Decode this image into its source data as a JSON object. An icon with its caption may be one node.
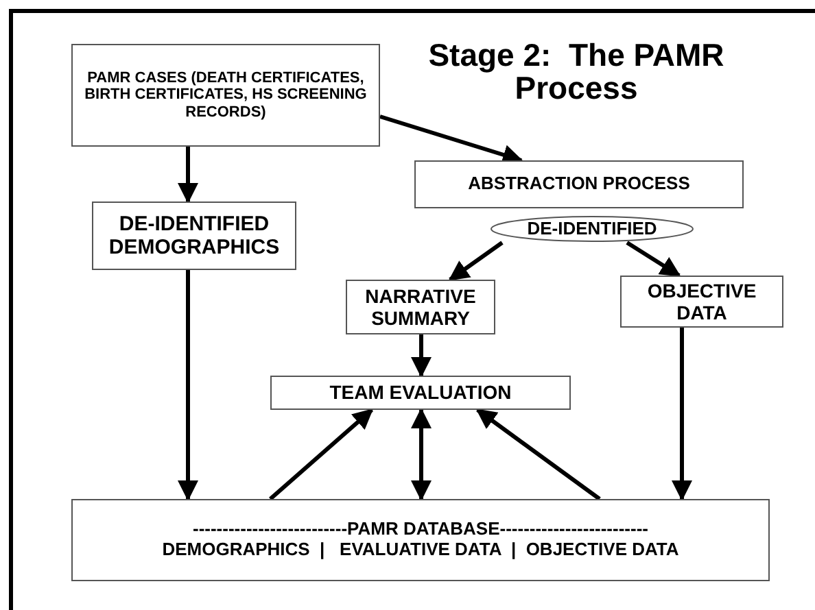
{
  "diagram": {
    "title": "Stage 2:  The PAMR Process",
    "nodes": [
      {
        "text": [
          "PAMR CASES (DEATH CERTIFICATES, BIRTH CERTIFICATES, HS SCREENING RECORDS)"
        ]
      },
      {
        "text": [
          "ABSTRACTION PROCESS"
        ]
      },
      {
        "text": [
          "DE-IDENTIFIED DEMOGRAPHICS"
        ]
      },
      {
        "text": [
          "DE-IDENTIFIED"
        ]
      },
      {
        "text": [
          "NARRATIVE SUMMARY"
        ]
      },
      {
        "text": [
          "OBJECTIVE DATA"
        ]
      },
      {
        "text": [
          "TEAM EVALUATION"
        ]
      },
      {
        "text": [
          "--------------------------PAMR DATABASE-------------------------",
          "DEMOGRAPHICS  |   EVALUATIVE DATA  |  OBJECTIVE DATA"
        ]
      }
    ],
    "edges": [
      {
        "from": 0,
        "to": 1,
        "arrow": "to"
      },
      {
        "from": 0,
        "to": 2,
        "arrow": "to"
      },
      {
        "from": 3,
        "to": 4,
        "arrow": "to"
      },
      {
        "from": 3,
        "to": 5,
        "arrow": "to"
      },
      {
        "from": 4,
        "to": 6,
        "arrow": "to"
      },
      {
        "from": 2,
        "to": 7,
        "arrow": "to"
      },
      {
        "from": 6,
        "to": 7,
        "arrow": "both"
      },
      {
        "from": 7,
        "to": 6,
        "arrow": "to"
      },
      {
        "from": 7,
        "to": 6,
        "arrow": "to"
      },
      {
        "from": 5,
        "to": 7,
        "arrow": "to"
      }
    ]
  }
}
